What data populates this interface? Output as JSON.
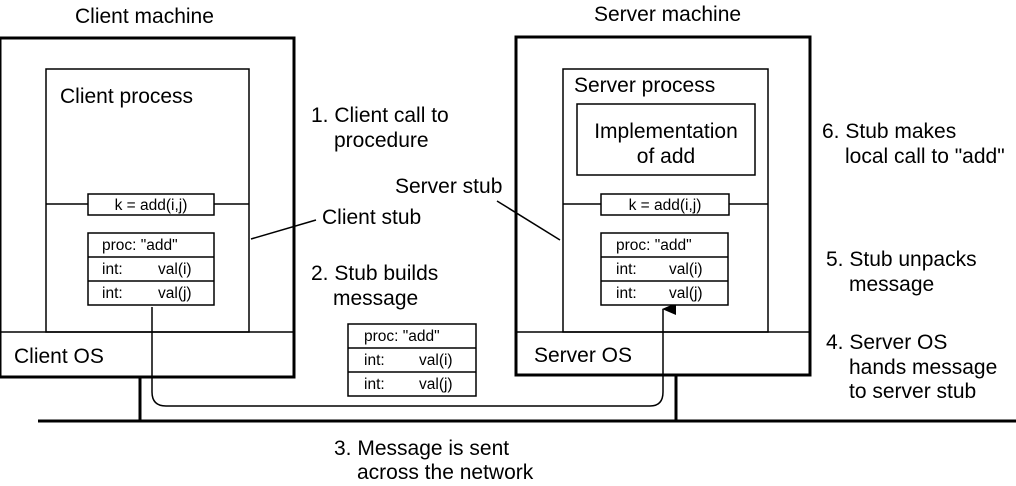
{
  "client_machine": {
    "title": "Client machine",
    "process_label": "Client process",
    "os_label": "Client OS",
    "call": "k = add(i,j)",
    "message": {
      "row1": "proc: \"add\"",
      "type2": "int:",
      "val2": "val(i)",
      "type3": "int:",
      "val3": "val(j)"
    }
  },
  "server_machine": {
    "title": "Server machine",
    "process_label": "Server process",
    "implementation_line1": "Implementation",
    "implementation_line2": "of add",
    "os_label": "Server OS",
    "call": "k = add(i,j)",
    "message": {
      "row1": "proc: \"add\"",
      "type2": "int:",
      "val2": "val(i)",
      "type3": "int:",
      "val3": "val(j)"
    }
  },
  "network_message": {
    "row1": "proc: \"add\"",
    "type2": "int:",
    "val2": "val(i)",
    "type3": "int:",
    "val3": "val(j)"
  },
  "labels": {
    "client_stub": "Client stub",
    "server_stub": "Server stub"
  },
  "steps": {
    "s1": {
      "line1": "1. Client call to",
      "line2": "procedure"
    },
    "s2": {
      "line1": "2. Stub builds",
      "line2": "message"
    },
    "s3": {
      "line1": "3. Message is sent",
      "line2": "across the network"
    },
    "s4": {
      "line1": "4. Server OS",
      "line2": "hands message",
      "line3": "to server stub"
    },
    "s5": {
      "line1": "5. Stub unpacks",
      "line2": "message"
    },
    "s6": {
      "line1": "6. Stub makes",
      "line2": "local call to \"add\""
    }
  }
}
